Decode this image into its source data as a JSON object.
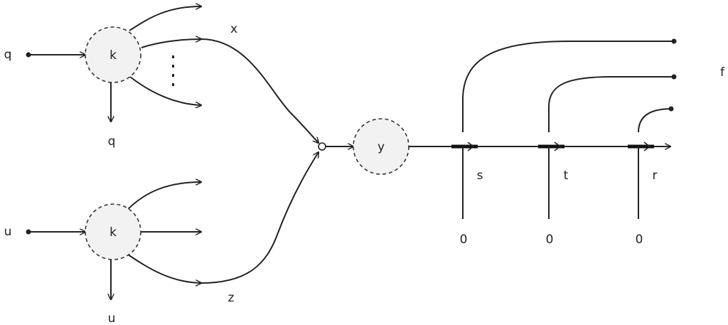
{
  "nodes": {
    "top_k": "k",
    "bottom_k": "k",
    "center_y": "y"
  },
  "labels": {
    "input_top": "q",
    "output_top": "q",
    "input_bottom": "u",
    "output_bottom": "u",
    "branch_x": "x",
    "branch_z": "z",
    "tap_s": "s",
    "tap_t": "t",
    "tap_r": "r",
    "zero_s": "0",
    "zero_t": "0",
    "zero_r": "0",
    "right_f": "f"
  },
  "colors": {
    "stroke": "#222222",
    "node_fill": "#f2f2f2"
  }
}
